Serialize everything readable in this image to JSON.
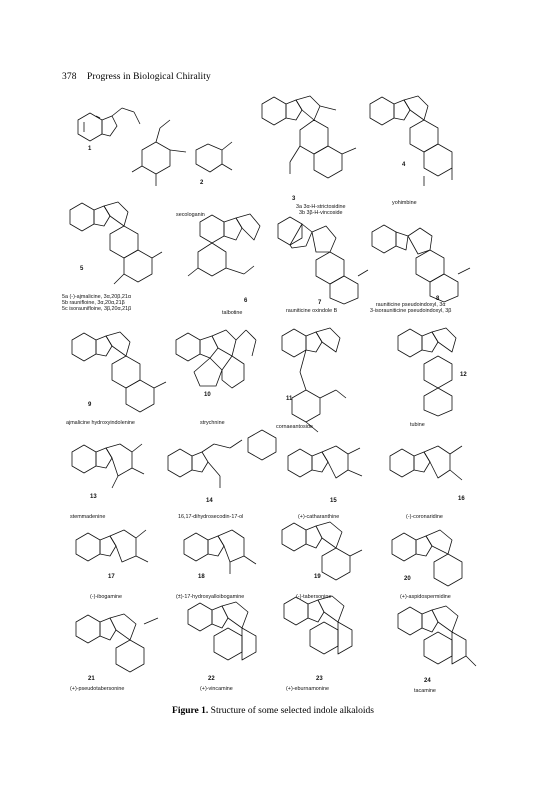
{
  "header": {
    "page_number": "378",
    "running_title": "Progress in Biological Chirality"
  },
  "caption": {
    "label": "Figure 1.",
    "text": "Structure of some selected indole alkaloids"
  },
  "compounds": [
    {
      "num": "1",
      "name": ""
    },
    {
      "num": "2",
      "name": "secologanin"
    },
    {
      "num": "3",
      "name": "3a 3α-H-strictosidine\n3b 3β-H-vincoside"
    },
    {
      "num": "4",
      "name": "yohimbine"
    },
    {
      "num": "5",
      "name": "5a (-)-ajmalicine, 3α,20β,21α\n5b raunifloine, 3α,20α,21β\n5c isoraunifloine, 3β,20α,21β"
    },
    {
      "num": "6",
      "name": "talbotine"
    },
    {
      "num": "7",
      "name": "rauniticine oxindole B"
    },
    {
      "num": "8",
      "name": "rauniticine pseudoindoxyl, 3α\n3-isorauniticine pseudoindoxyl, 3β"
    },
    {
      "num": "9",
      "name": "ajmalicine hydroxyindolenine"
    },
    {
      "num": "10",
      "name": "strychnine"
    },
    {
      "num": "11",
      "name": "cornaeantoside"
    },
    {
      "num": "12",
      "name": "tubine"
    },
    {
      "num": "13",
      "name": "stemmadenine"
    },
    {
      "num": "14",
      "name": "16,17-dihydrosecodin-17-ol"
    },
    {
      "num": "15",
      "name": "(+)-catharanthine"
    },
    {
      "num": "16",
      "name": "(-)-coronaridine"
    },
    {
      "num": "17",
      "name": "(-)-ibogamine"
    },
    {
      "num": "18",
      "name": "(±)-17-hydroxyalloibogamine"
    },
    {
      "num": "19",
      "name": "(-)-tabersonine"
    },
    {
      "num": "20",
      "name": "(+)-aspidospermidine"
    },
    {
      "num": "21",
      "name": "(+)-pseudotabersonine"
    },
    {
      "num": "22",
      "name": "(+)-vincamine"
    },
    {
      "num": "23",
      "name": "(+)-eburnamonine"
    },
    {
      "num": "24",
      "name": "tacamine"
    }
  ]
}
